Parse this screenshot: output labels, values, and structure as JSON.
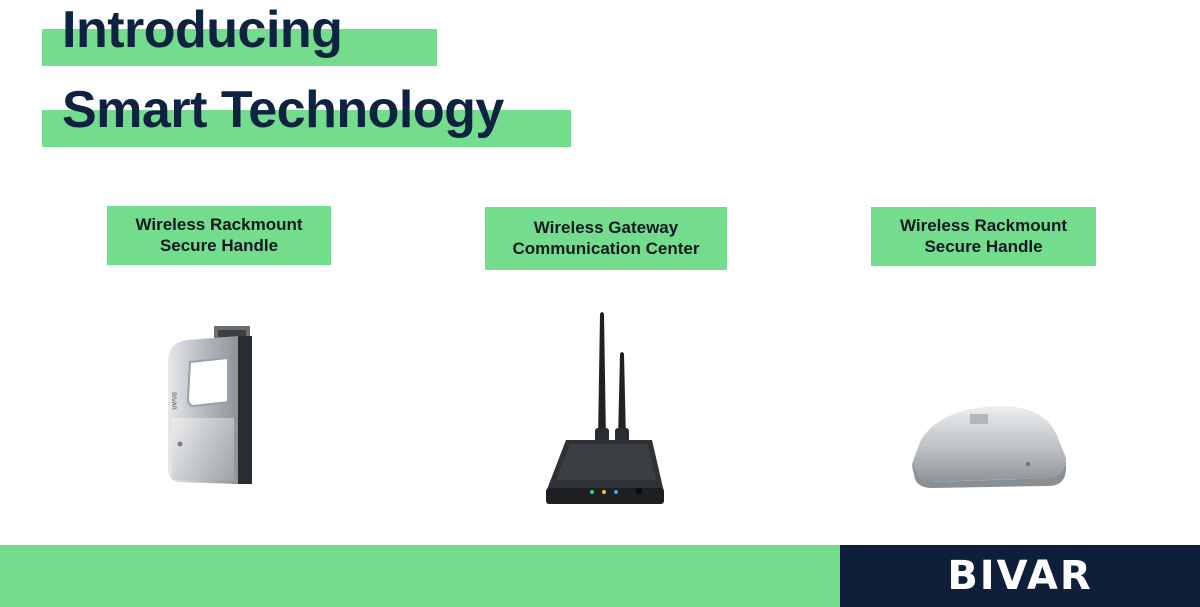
{
  "headline": {
    "line1": "Introducing",
    "line2": "Smart Technology"
  },
  "products": [
    {
      "line1": "Wireless Rackmount",
      "line2": "Secure Handle",
      "icon": "rackmount-handle-image"
    },
    {
      "line1": "Wireless Gateway",
      "line2": "Communication Center",
      "icon": "wireless-gateway-image"
    },
    {
      "line1": "Wireless Rackmount",
      "line2": "Secure Handle",
      "icon": "dome-sensor-image"
    }
  ],
  "footer": {
    "brand": "BIVAR"
  },
  "colors": {
    "accent_green": "#74dc8d",
    "navy": "#0f1f3a",
    "title_text": "#0f2240"
  }
}
